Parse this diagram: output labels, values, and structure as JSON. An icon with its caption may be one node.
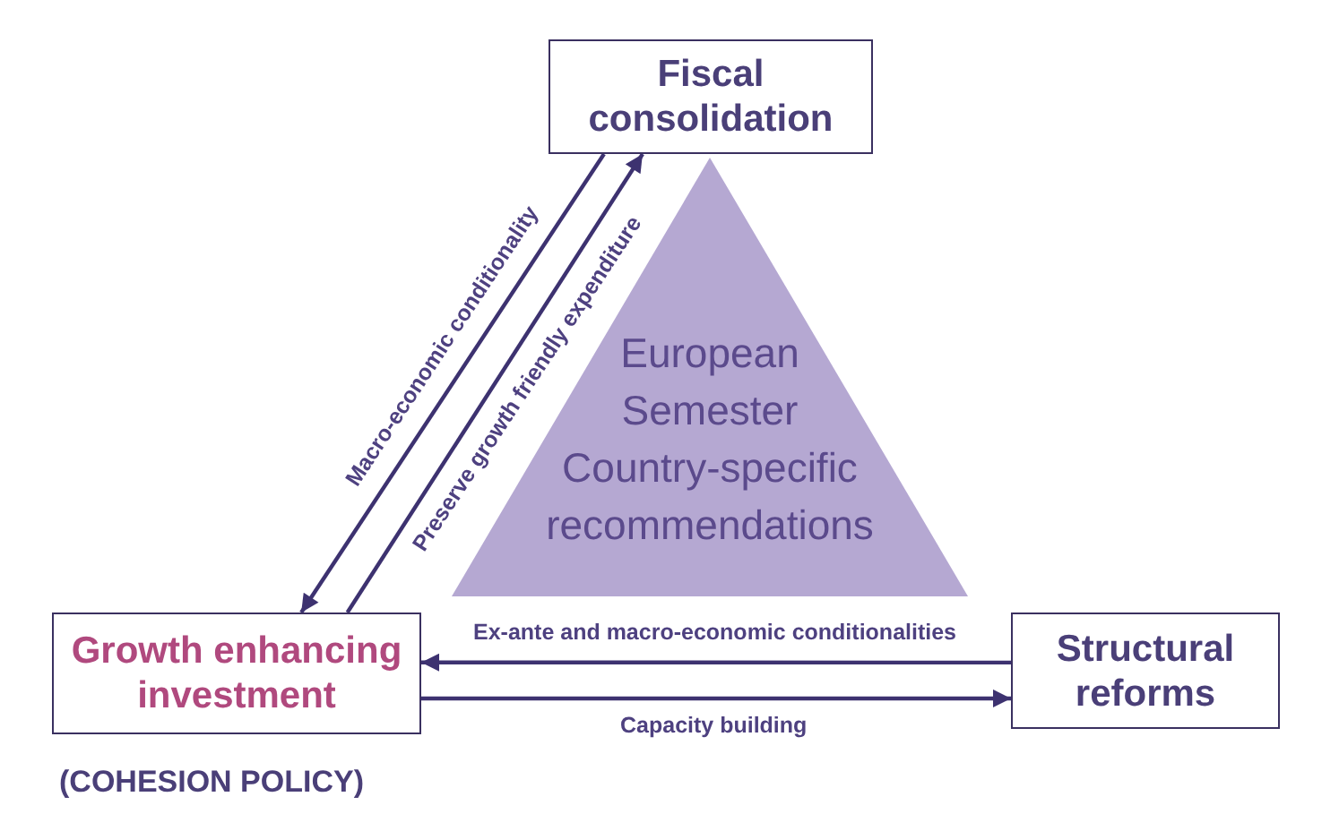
{
  "diagram": {
    "nodes": [
      {
        "text": [
          "Fiscal consolidation"
        ]
      },
      {
        "text": [
          "European Semester",
          "Country-specific recommendations"
        ]
      },
      {
        "text": [
          "Growth enhancing investment"
        ],
        "beside": [
          "(COHESION POLICY)"
        ]
      },
      {
        "text": [
          "Structural reforms"
        ]
      }
    ],
    "edges": [
      {
        "from": 0,
        "to": 2,
        "arrow": "to",
        "label": "Macro-economic conditionality"
      },
      {
        "from": 2,
        "to": 0,
        "arrow": "to",
        "label": "Preserve growth friendly expenditure"
      },
      {
        "from": 3,
        "to": 2,
        "arrow": "to",
        "label": "Ex-ante and macro-economic conditionalities"
      },
      {
        "from": 2,
        "to": 3,
        "arrow": "to",
        "label": "Capacity building"
      }
    ]
  }
}
